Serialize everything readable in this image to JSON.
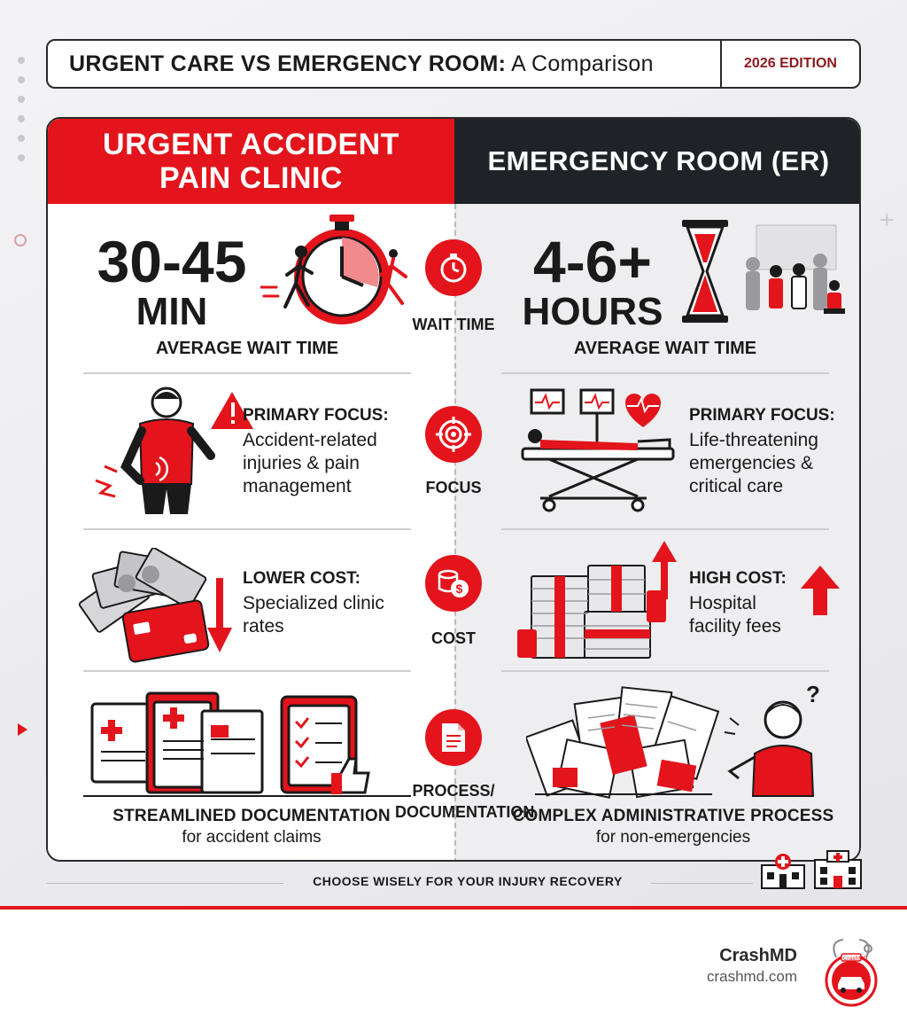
{
  "title": {
    "bold": "URGENT CARE VS EMERGENCY ROOM:",
    "rest": " A Comparison",
    "edition": "2026 EDITION"
  },
  "left": {
    "header": "URGENT ACCIDENT PAIN CLINIC",
    "wait": {
      "value": "30-45",
      "unit": "MIN",
      "label": "AVERAGE WAIT TIME"
    },
    "focus": {
      "title": "PRIMARY FOCUS:",
      "body": "Accident-related injuries & pain management"
    },
    "cost": {
      "title": "LOWER COST:",
      "body": "Specialized clinic rates"
    },
    "process": {
      "title": "STREAMLINED DOCUMENTATION",
      "body": "for accident claims"
    }
  },
  "right": {
    "header": "EMERGENCY ROOM (ER)",
    "wait": {
      "value": "4-6+",
      "unit": "HOURS",
      "label": "AVERAGE WAIT TIME"
    },
    "focus": {
      "title": "PRIMARY FOCUS:",
      "body": "Life-threatening emergencies & critical care"
    },
    "cost": {
      "title": "HIGH COST:",
      "body": "Hospital facility fees"
    },
    "process": {
      "title": "COMPLEX ADMINISTRATIVE PROCESS",
      "body": "for non-emergencies"
    }
  },
  "axis": {
    "wait": "WAIT TIME",
    "focus": "FOCUS",
    "cost": "COST",
    "process": "PROCESS/ DOCUMENTATION"
  },
  "footer": {
    "tagline": "CHOOSE WISELY FOR YOUR INJURY RECOVERY",
    "brand": "CrashMD",
    "url": "crashmd.com",
    "logo_text": "CrashMD"
  },
  "icons": {
    "stopwatch": "stopwatch-icon",
    "hourglass": "hourglass-icon",
    "target": "target-icon",
    "coins": "coins-dollar-icon",
    "document": "document-icon",
    "warning": "warning-icon",
    "heart": "heart-pulse-icon",
    "arrow_down": "arrow-down-icon",
    "arrow_up": "arrow-up-icon",
    "hospital": "hospital-icon",
    "car": "car-icon"
  },
  "colors": {
    "accent": "#e3141b",
    "dark": "#1f2328",
    "edition": "#8b1c20"
  }
}
